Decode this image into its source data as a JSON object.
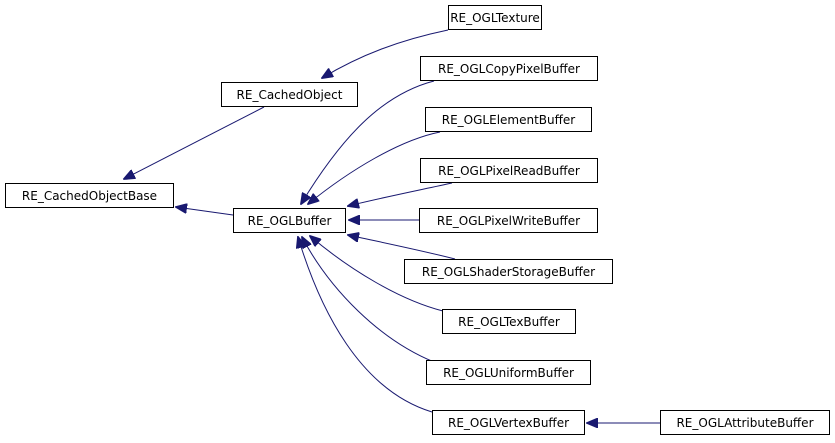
{
  "diagram": {
    "type": "inheritance-graph",
    "edge_color": "#191970",
    "nodes": {
      "cachedObjectBase": "RE_CachedObjectBase",
      "cachedObject": "RE_CachedObject",
      "oglTexture": "RE_OGLTexture",
      "oglBuffer": "RE_OGLBuffer",
      "copyPixelBuffer": "RE_OGLCopyPixelBuffer",
      "elementBuffer": "RE_OGLElementBuffer",
      "pixelReadBuffer": "RE_OGLPixelReadBuffer",
      "pixelWriteBuffer": "RE_OGLPixelWriteBuffer",
      "shaderStorageBuffer": "RE_OGLShaderStorageBuffer",
      "texBuffer": "RE_OGLTexBuffer",
      "uniformBuffer": "RE_OGLUniformBuffer",
      "vertexBuffer": "RE_OGLVertexBuffer",
      "attributeBuffer": "RE_OGLAttributeBuffer"
    },
    "edges": [
      {
        "from": "cachedObject",
        "to": "cachedObjectBase"
      },
      {
        "from": "oglBuffer",
        "to": "cachedObjectBase"
      },
      {
        "from": "oglTexture",
        "to": "cachedObject"
      },
      {
        "from": "copyPixelBuffer",
        "to": "oglBuffer"
      },
      {
        "from": "elementBuffer",
        "to": "oglBuffer"
      },
      {
        "from": "pixelReadBuffer",
        "to": "oglBuffer"
      },
      {
        "from": "pixelWriteBuffer",
        "to": "oglBuffer"
      },
      {
        "from": "shaderStorageBuffer",
        "to": "oglBuffer"
      },
      {
        "from": "texBuffer",
        "to": "oglBuffer"
      },
      {
        "from": "uniformBuffer",
        "to": "oglBuffer"
      },
      {
        "from": "vertexBuffer",
        "to": "oglBuffer"
      },
      {
        "from": "attributeBuffer",
        "to": "vertexBuffer"
      }
    ]
  }
}
